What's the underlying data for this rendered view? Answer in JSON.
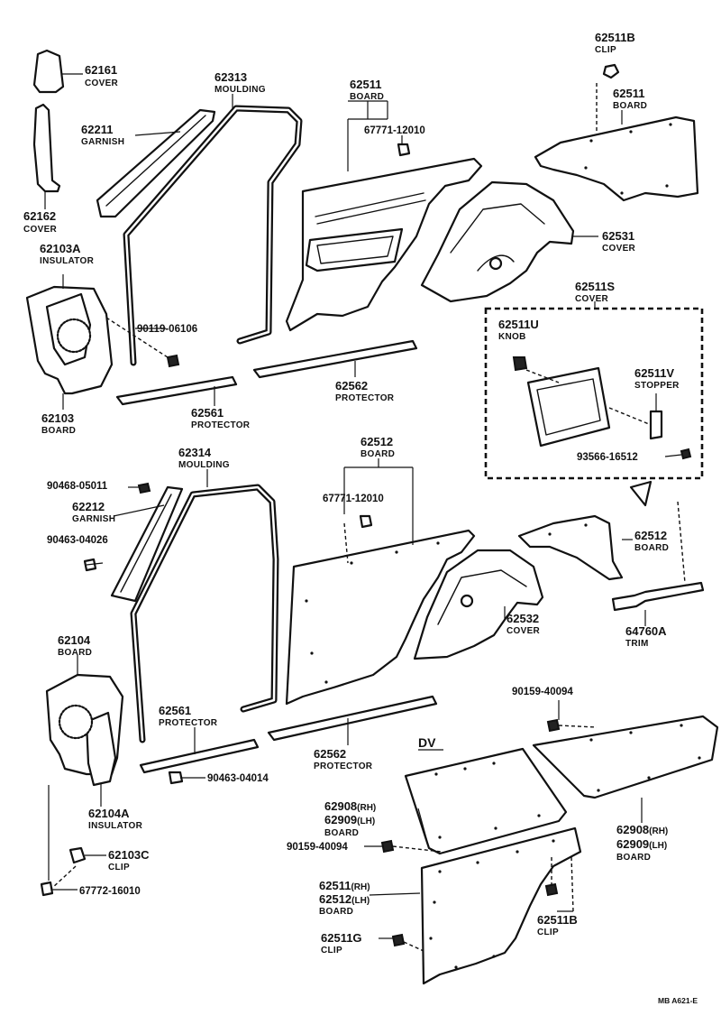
{
  "labels": {
    "l_62161": {
      "pn": "62161",
      "desc": "COVER"
    },
    "l_62162": {
      "pn": "62162",
      "desc": "COVER"
    },
    "l_62211": {
      "pn": "62211",
      "desc": "GARNISH"
    },
    "l_62313": {
      "pn": "62313",
      "desc": "MOULDING"
    },
    "l_62511_top": {
      "pn": "62511",
      "desc": "BOARD"
    },
    "l_67771_a": {
      "pn": "67771-12010"
    },
    "l_62511B_top": {
      "pn": "62511B",
      "desc": "CLIP"
    },
    "l_62511_right": {
      "pn": "62511",
      "desc": "BOARD"
    },
    "l_62531": {
      "pn": "62531",
      "desc": "COVER"
    },
    "l_62103A": {
      "pn": "62103A",
      "desc": "INSULATOR"
    },
    "l_90119": {
      "pn": "90119-06106"
    },
    "l_62103": {
      "pn": "62103",
      "desc": "BOARD"
    },
    "l_62561_a": {
      "pn": "62561",
      "desc": "PROTECTOR"
    },
    "l_62562_a": {
      "pn": "62562",
      "desc": "PROTECTOR"
    },
    "l_62511S": {
      "pn": "62511S",
      "desc": "COVER"
    },
    "l_62511U": {
      "pn": "62511U",
      "desc": "KNOB"
    },
    "l_62511V": {
      "pn": "62511V",
      "desc": "STOPPER"
    },
    "l_93566": {
      "pn": "93566-16512"
    },
    "l_62314": {
      "pn": "62314",
      "desc": "MOULDING"
    },
    "l_90468": {
      "pn": "90468-05011"
    },
    "l_62212": {
      "pn": "62212",
      "desc": "GARNISH"
    },
    "l_90463_a": {
      "pn": "90463-04026"
    },
    "l_62512_top": {
      "pn": "62512",
      "desc": "BOARD"
    },
    "l_67771_b": {
      "pn": "67771-12010"
    },
    "l_62512_right": {
      "pn": "62512",
      "desc": "BOARD"
    },
    "l_62532": {
      "pn": "62532",
      "desc": "COVER"
    },
    "l_64760A": {
      "pn": "64760A",
      "desc": "TRIM"
    },
    "l_62104": {
      "pn": "62104",
      "desc": "BOARD"
    },
    "l_62561_b": {
      "pn": "62561",
      "desc": "PROTECTOR"
    },
    "l_90463_b": {
      "pn": "90463-04014"
    },
    "l_62562_b": {
      "pn": "62562",
      "desc": "PROTECTOR"
    },
    "l_62104A": {
      "pn": "62104A",
      "desc": "INSULATOR"
    },
    "l_90159_a": {
      "pn": "90159-40094"
    },
    "l_62103C": {
      "pn": "62103C",
      "desc": "CLIP"
    },
    "l_67772": {
      "pn": "67772-16010"
    },
    "l_62908_left": {
      "pn1": "62908",
      "sfx1": "(RH)",
      "pn2": "62909",
      "sfx2": "(LH)",
      "desc": "BOARD"
    },
    "l_62908_right": {
      "pn1": "62908",
      "sfx1": "(RH)",
      "pn2": "62909",
      "sfx2": "(LH)",
      "desc": "BOARD"
    },
    "l_90159_b": {
      "pn": "90159-40094"
    },
    "l_62511_dv": {
      "pn1": "62511",
      "sfx1": "(RH)",
      "pn2": "62512",
      "sfx2": "(LH)",
      "desc": "BOARD"
    },
    "l_62511B_dv": {
      "pn": "62511B",
      "desc": "CLIP"
    },
    "l_62511G": {
      "pn": "62511G",
      "desc": "CLIP"
    }
  },
  "dv_label": "DV",
  "drawing_code": "MB A621-E"
}
